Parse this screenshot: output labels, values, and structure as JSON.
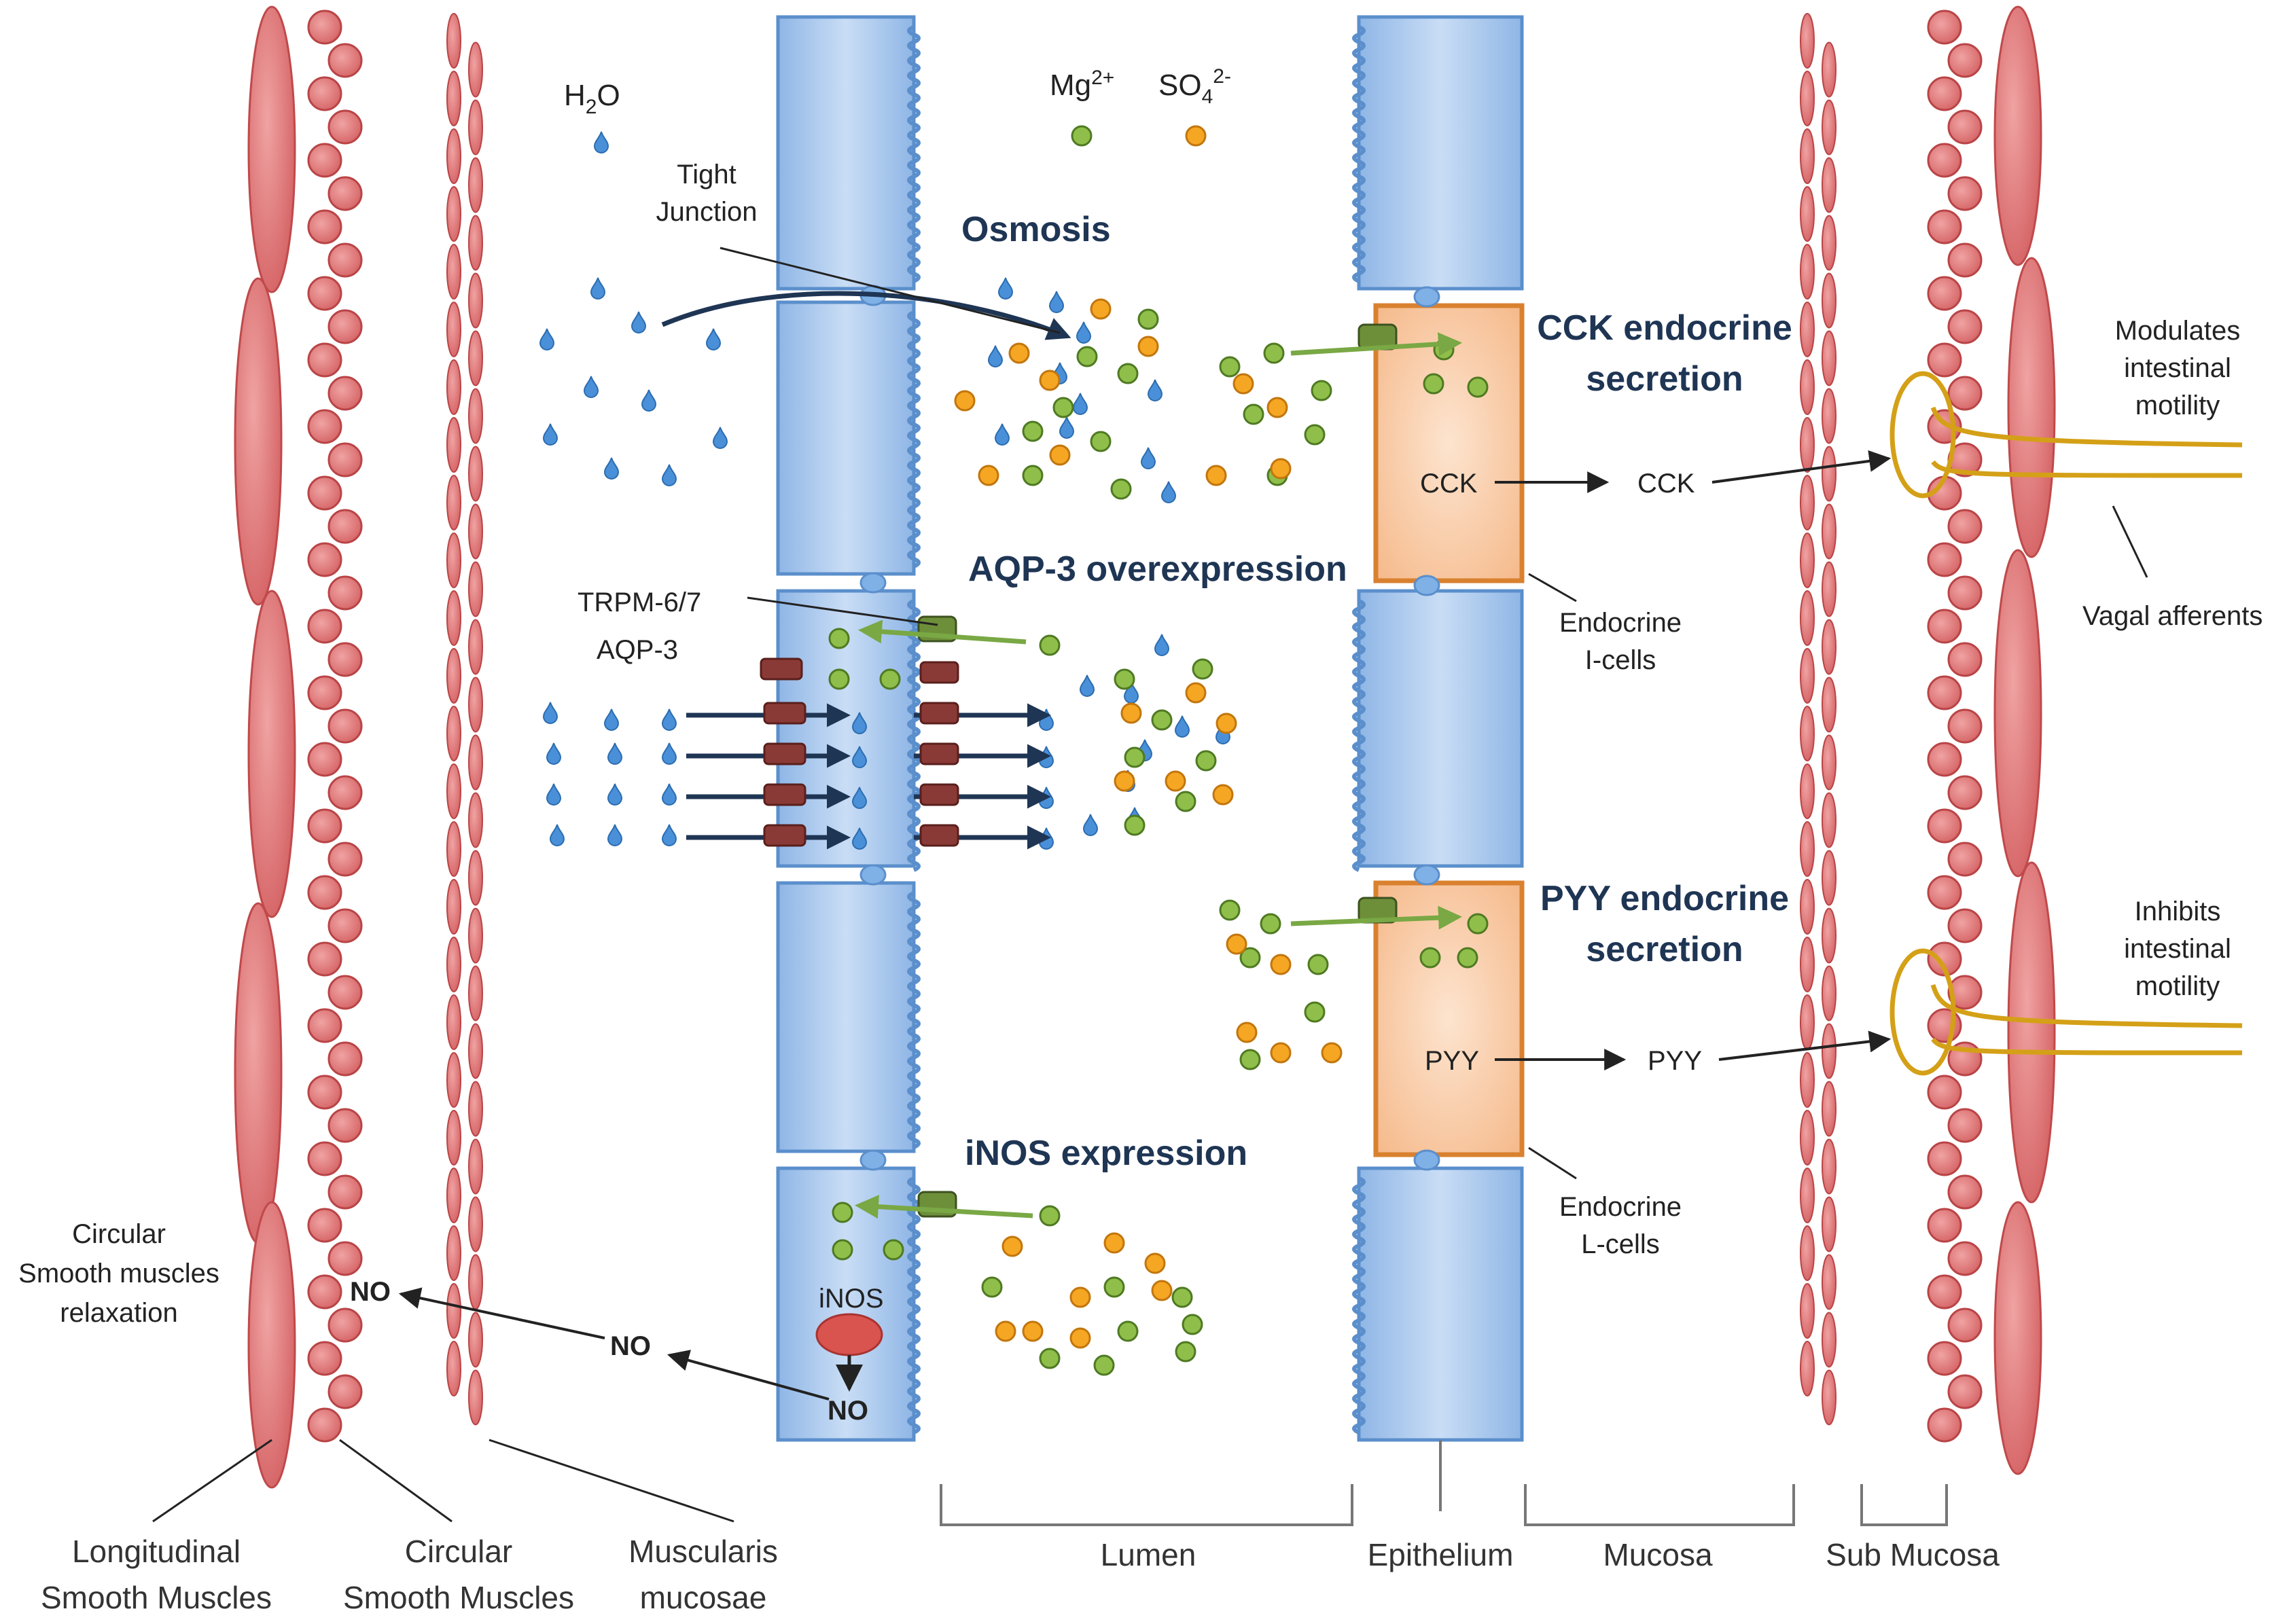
{
  "labels": {
    "water": "H",
    "water_sub": "2",
    "water_o": "O",
    "mg": "Mg",
    "mg_sup": "2+",
    "so": "SO",
    "so_sub": "4",
    "so_sup": "2-",
    "tight_junction_1": "Tight",
    "tight_junction_2": "Junction",
    "osmosis": "Osmosis",
    "aqp3_over": "AQP-3 overexpression",
    "trpm": "TRPM-6/7",
    "aqp3": "AQP-3",
    "inos_expression": "iNOS expression",
    "inos": "iNOS",
    "no_cell": "NO",
    "no_mid": "NO",
    "no_muscle": "NO",
    "cck_sec_1": "CCK endocrine",
    "cck_sec_2": "secretion",
    "cck_cell": "CCK",
    "cck_out": "CCK",
    "endo_i_1": "Endocrine",
    "endo_i_2": "I-cells",
    "pyy_sec_1": "PYY endocrine",
    "pyy_sec_2": "secretion",
    "pyy_cell": "PYY",
    "pyy_out": "PYY",
    "endo_l_1": "Endocrine",
    "endo_l_2": "L-cells",
    "modulates_1": "Modulates",
    "modulates_2": "intestinal",
    "modulates_3": "motility",
    "vagal": "Vagal afferents",
    "inhibits_1": "Inhibits",
    "inhibits_2": "intestinal",
    "inhibits_3": "motility",
    "relax_1": "Circular",
    "relax_2": "Smooth muscles",
    "relax_3": "relaxation"
  },
  "bottom_labels": {
    "long_1": "Longitudinal",
    "long_2": "Smooth Muscles",
    "circ_1": "Circular",
    "circ_2": "Smooth Muscles",
    "musc_1": "Muscularis",
    "musc_2": "mucosae",
    "lumen": "Lumen",
    "epithelium": "Epithelium",
    "mucosa": "Mucosa",
    "submucosa": "Sub Mucosa"
  },
  "colors": {
    "muscle": "#d9686a",
    "muscle_stroke": "#b94446",
    "cell": "#a8c8ec",
    "cell_stroke": "#5b8fcc",
    "endocrine": "#f8c9a0",
    "endocrine_stroke": "#d9812f",
    "water": "#4a90d9",
    "mg": "#8fbf4a",
    "so4": "#f5a623",
    "channel": "#8a3a36",
    "transporter": "#6e8f3a",
    "arrow_blue": "#1f3554",
    "arrow_green": "#79a844",
    "nerve": "#d4a017",
    "enzyme": "#d9534f"
  }
}
